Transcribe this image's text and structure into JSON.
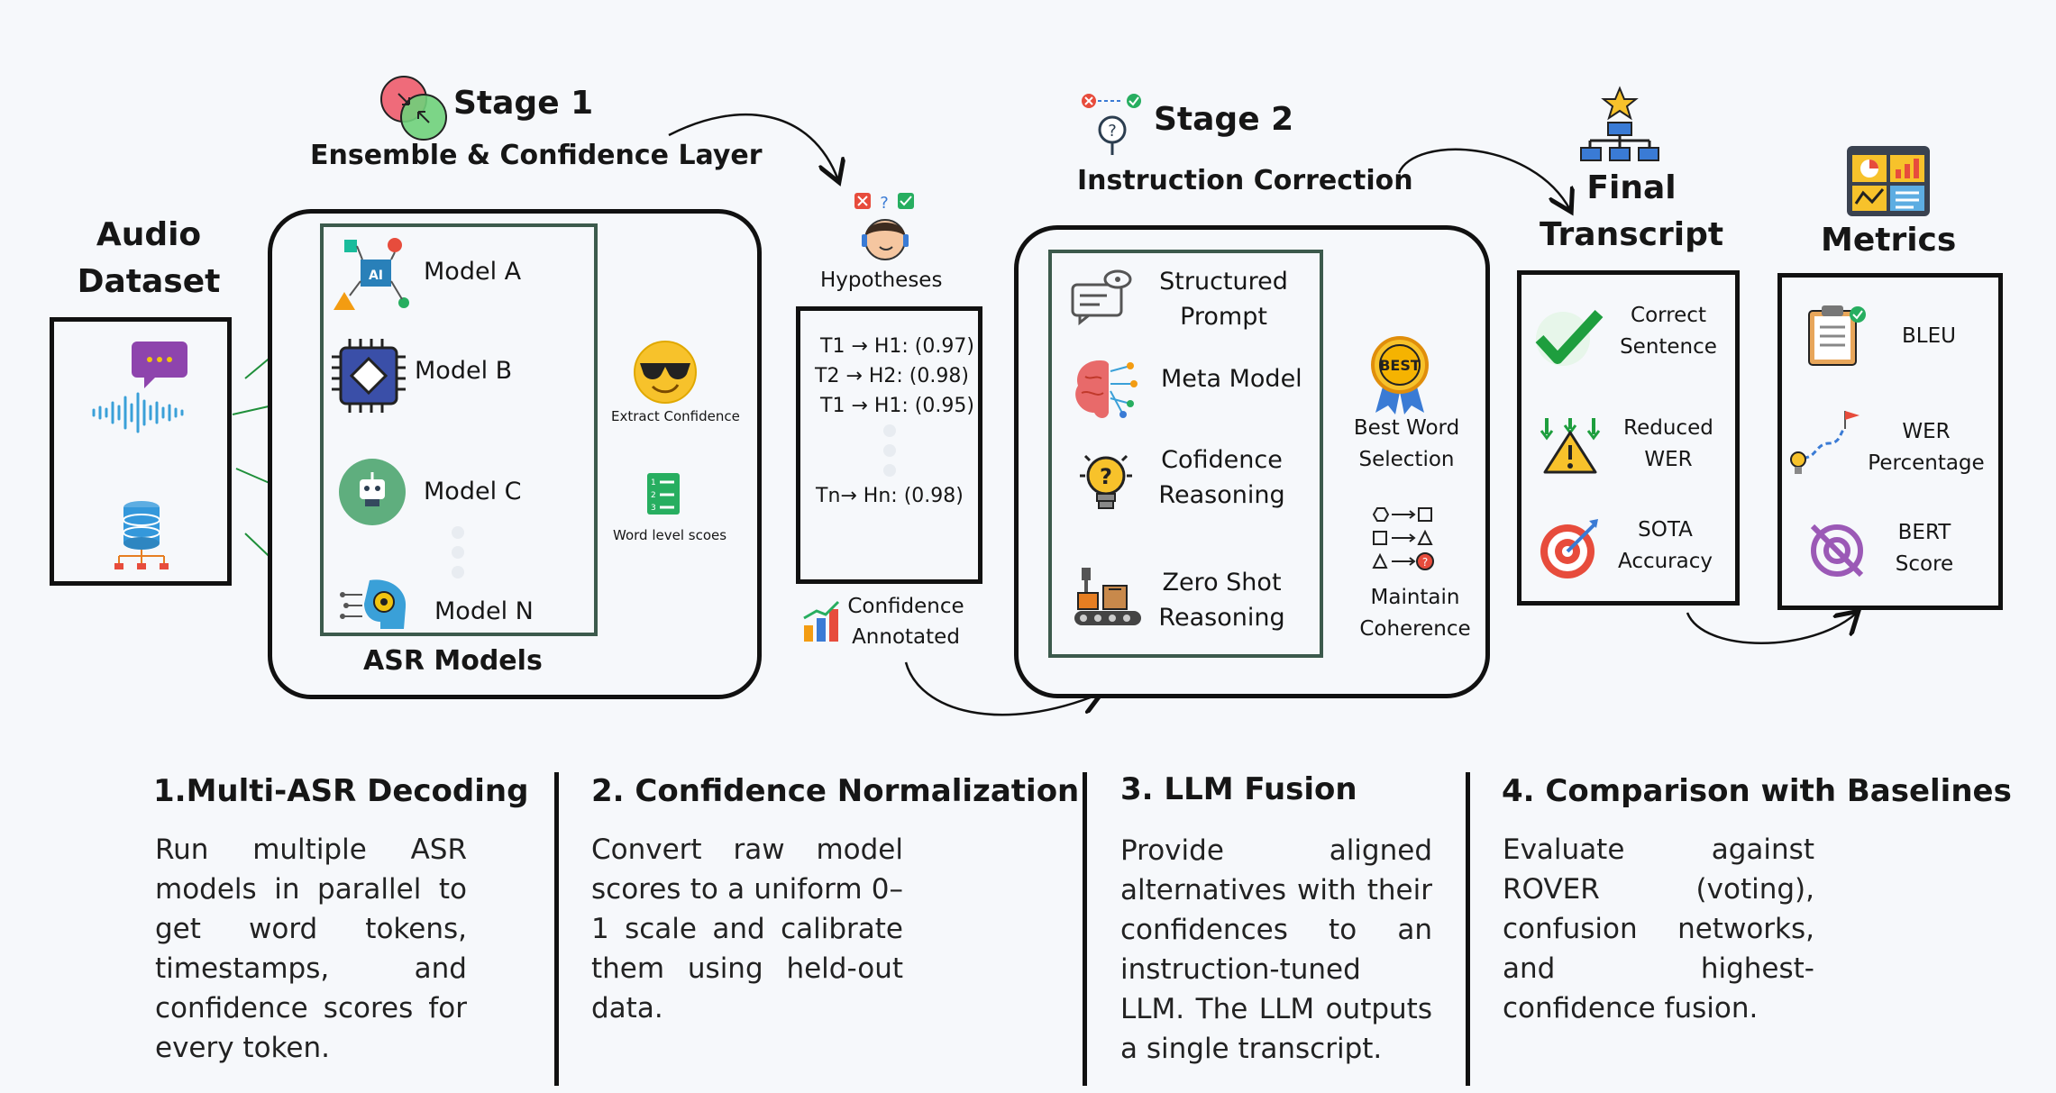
{
  "stage1": {
    "title": "Stage 1",
    "subtitle": "Ensemble & Confidence Layer"
  },
  "stage2": {
    "title": "Stage 2",
    "subtitle": "Instruction Correction"
  },
  "audio": {
    "title_line1": "Audio",
    "title_line2": "Dataset"
  },
  "asr": {
    "models": [
      "Model A",
      "Model B",
      "Model C",
      "Model N"
    ],
    "label": "ASR Models",
    "extract_confidence": "Extract Confidence",
    "word_level": "Word level scoes"
  },
  "hypotheses": {
    "title": "Hypotheses",
    "lines": [
      "T1 → H1: (0.97)",
      "T2 → H2: (0.98)",
      "T1 → H1: (0.95)",
      "Tn→ Hn: (0.98)"
    ],
    "caption_line1": "Confidence",
    "caption_line2": "Annotated"
  },
  "llm": {
    "items": [
      {
        "line1": "Structured",
        "line2": "Prompt"
      },
      {
        "line1": "Meta Model",
        "line2": ""
      },
      {
        "line1": "Cofidence",
        "line2": "Reasoning"
      },
      {
        "line1": "Zero Shot",
        "line2": "Reasoning"
      }
    ],
    "best_word_line1": "Best Word",
    "best_word_line2": "Selection",
    "best_badge": "BEST",
    "coherence_line1": "Maintain",
    "coherence_line2": "Coherence"
  },
  "final": {
    "title_line1": "Final",
    "title_line2": "Transcript",
    "items": [
      {
        "line1": "Correct",
        "line2": "Sentence"
      },
      {
        "line1": "Reduced",
        "line2": "WER"
      },
      {
        "line1": "SOTA",
        "line2": "Accuracy"
      }
    ]
  },
  "metrics": {
    "title": "Metrics",
    "items": [
      {
        "line1": "BLEU",
        "line2": ""
      },
      {
        "line1": "WER",
        "line2": "Percentage"
      },
      {
        "line1": "BERT",
        "line2": "Score"
      }
    ]
  },
  "steps": [
    {
      "number": "1.",
      "title": "Multi-ASR Decoding",
      "text": "Run multiple ASR models in parallel to get word tokens, timestamps, and confidence scores for every token."
    },
    {
      "number": "2.",
      "title": "Confidence Normalization",
      "text": "Convert raw model scores to a uniform 0–1 scale and calibrate them using held-out data."
    },
    {
      "number": "3.",
      "title": "LLM Fusion",
      "text": "Provide aligned alternatives with their confidences to an instruction-tuned LLM. The LLM outputs a single transcript."
    },
    {
      "number": "4.",
      "title": "Comparison with Baselines",
      "text": "Evaluate against ROVER (voting), confusion networks, and highest-confidence fusion."
    }
  ],
  "colors": {
    "arrow_green": "#1f8f3a",
    "frame": "#111111",
    "inner_frame": "#3c5a4c",
    "background": "#f6f8fb"
  }
}
